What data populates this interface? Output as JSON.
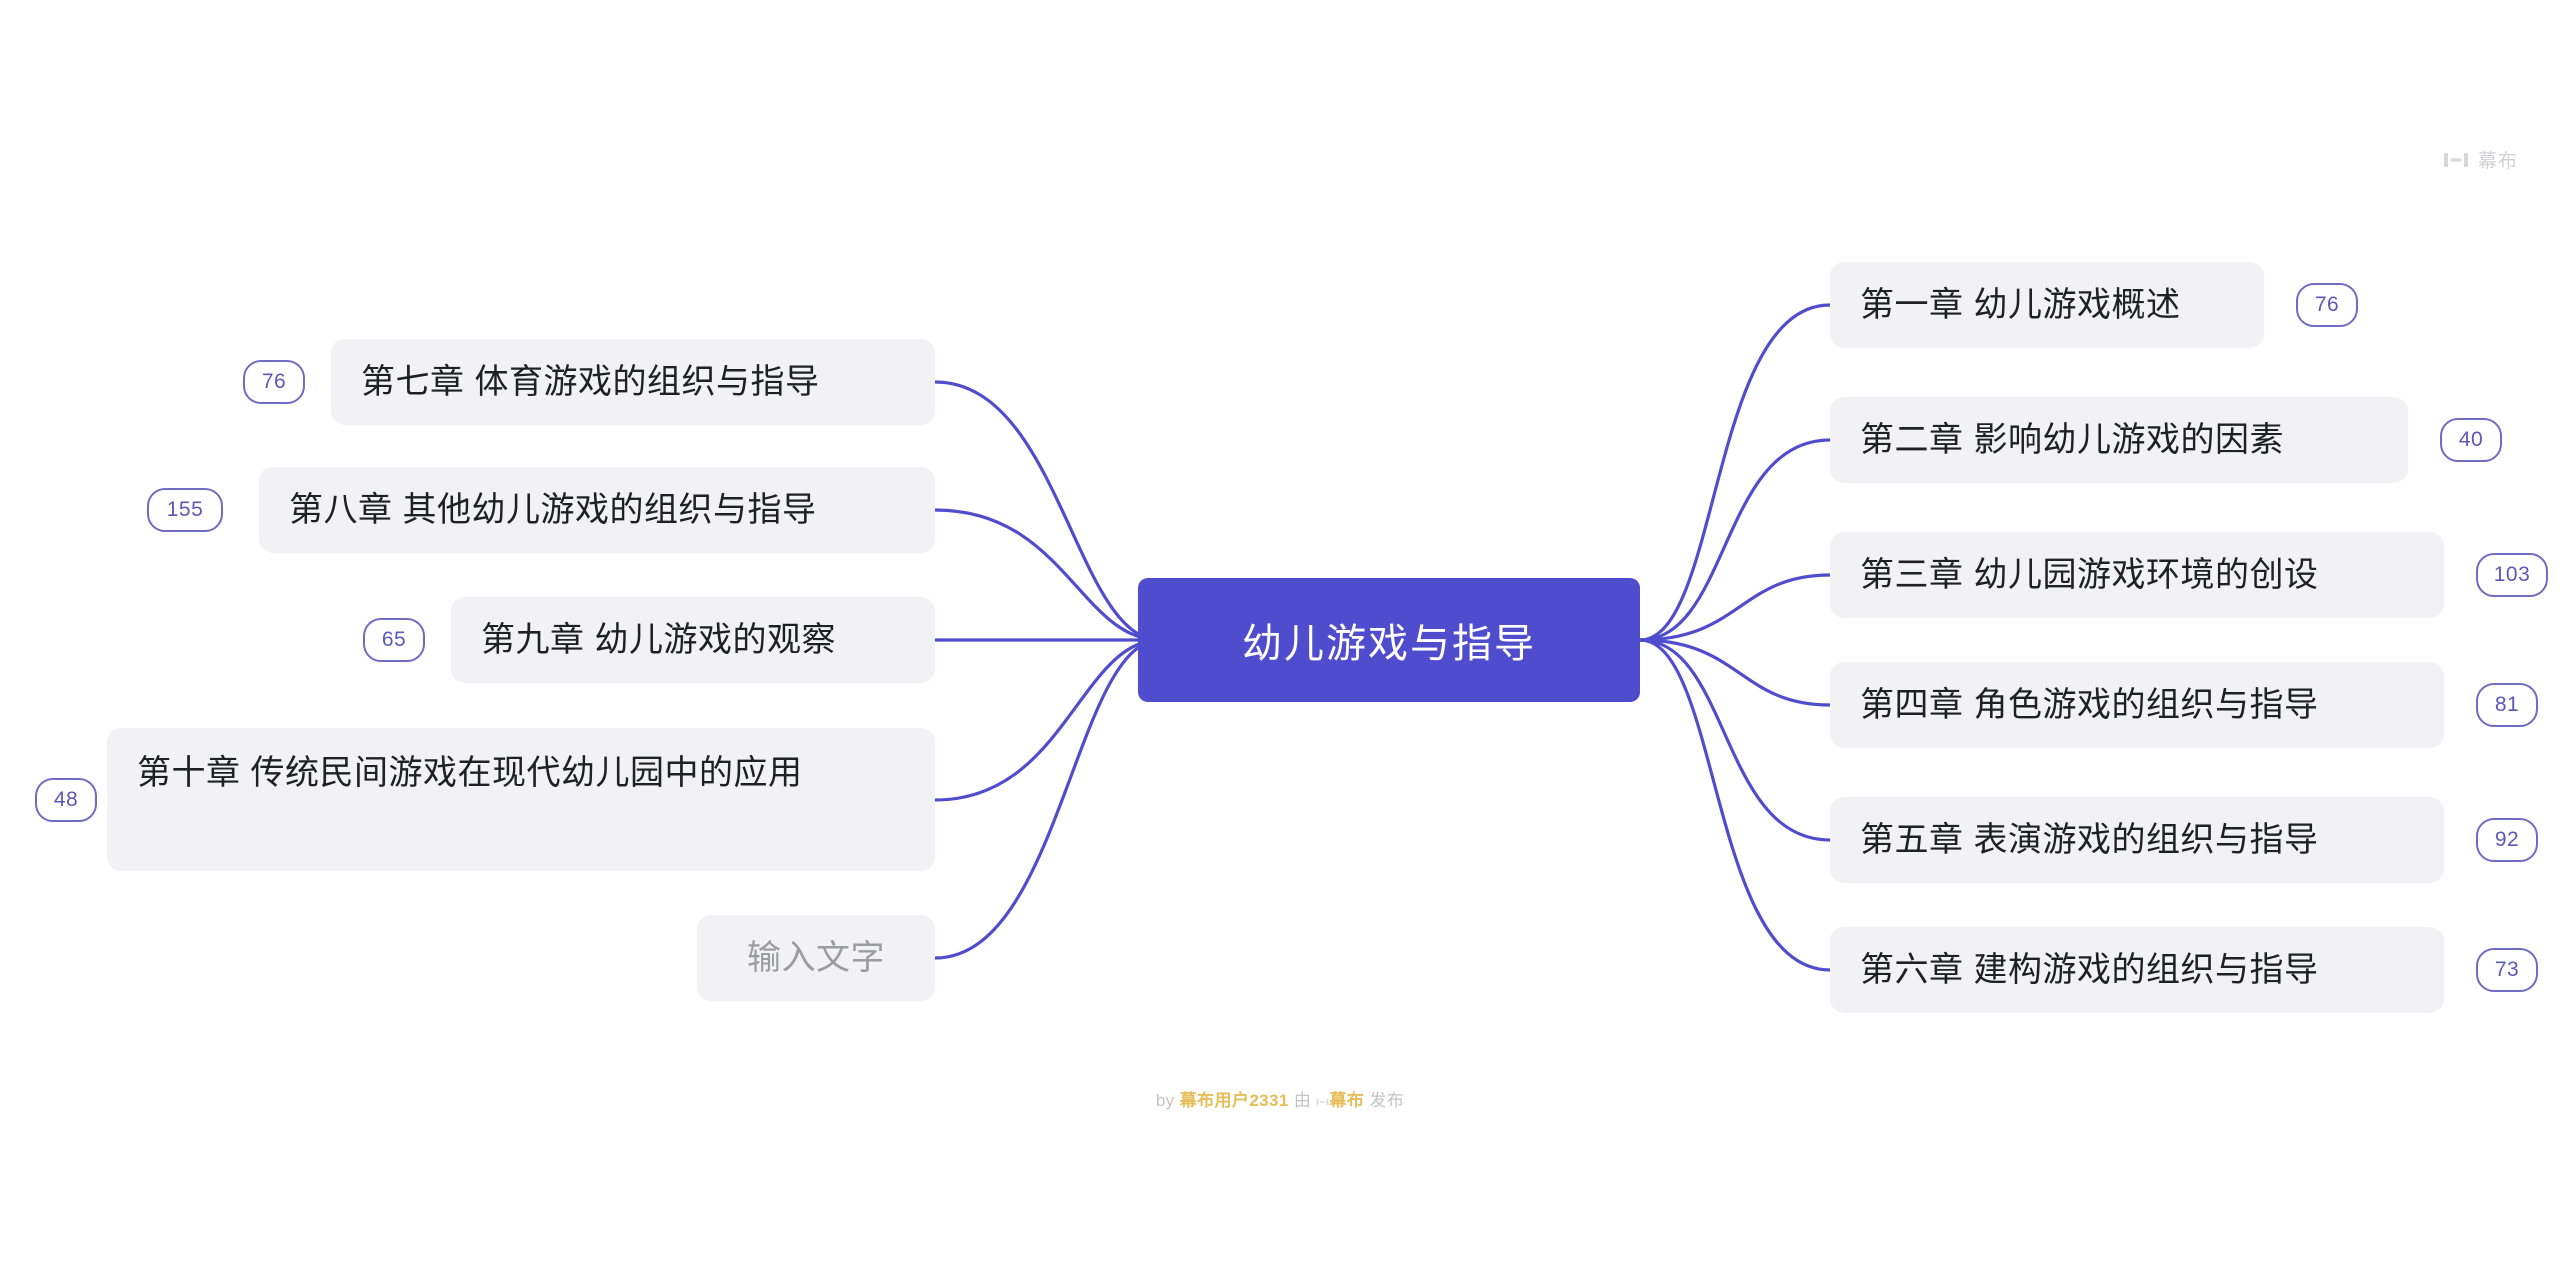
{
  "document": {
    "title": "幼儿游戏与指导",
    "type": "mindmap"
  },
  "colors": {
    "root_fill": "#4f4dce",
    "root_text": "#ffffff",
    "node_fill": "#f2f2f4",
    "node_text": "#1f2024",
    "link_stroke": "#4f4dce",
    "badge_border": "#6f6cc4",
    "badge_text": "#5b59b5",
    "placeholder_text": "#9b9ba2",
    "watermark_text": "#b9b9be",
    "watermark_accent": "#e3b23c"
  },
  "root": {
    "label": "幼儿游戏与指导"
  },
  "branches": {
    "right": [
      {
        "label": "第一章 幼儿游戏概述",
        "badge": "76"
      },
      {
        "label": "第二章 影响幼儿游戏的因素",
        "badge": "40"
      },
      {
        "label": "第三章 幼儿园游戏环境的创设",
        "badge": "103"
      },
      {
        "label": "第四章 角色游戏的组织与指导",
        "badge": "81"
      },
      {
        "label": "第五章 表演游戏的组织与指导",
        "badge": "92"
      },
      {
        "label": "第六章 建构游戏的组织与指导",
        "badge": "73"
      }
    ],
    "left": [
      {
        "label": "第七章 体育游戏的组织与指导",
        "badge": "76"
      },
      {
        "label": "第八章 其他幼儿游戏的组织与指导",
        "badge": "155"
      },
      {
        "label": "第九章 幼儿游戏的观察",
        "badge": "65"
      },
      {
        "label": "第十章 传统民间游戏在现代幼儿园中的应用",
        "badge": "48"
      },
      {
        "label": "输入文字",
        "badge": ""
      }
    ]
  },
  "watermark": {
    "top_right_brand": "幕布",
    "bottom_prefix": "by ",
    "bottom_user": "幕布用户2331",
    "bottom_middle": " 由 ",
    "bottom_brand": "幕布",
    "bottom_suffix": " 发布"
  }
}
